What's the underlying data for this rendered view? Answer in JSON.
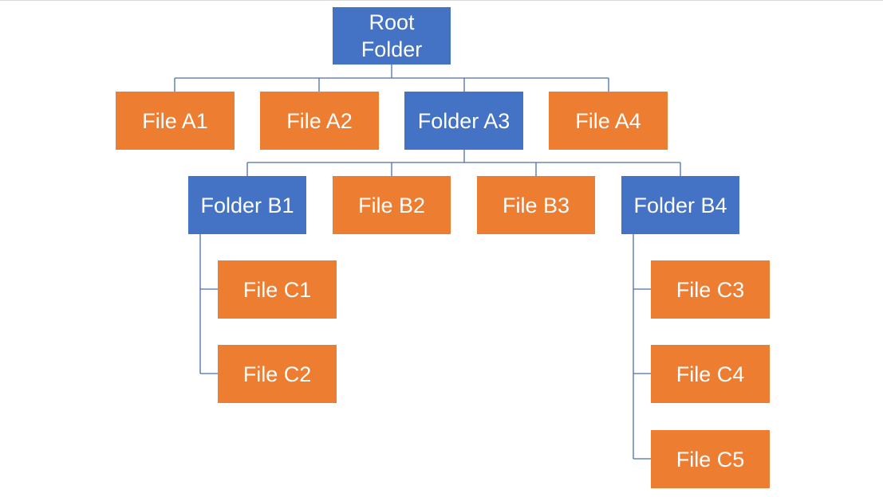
{
  "colors": {
    "folder": "#4472c4",
    "file": "#ed7d31",
    "connector": "#4a6fa8"
  },
  "tree": {
    "root": {
      "label": "Root\nFolder",
      "kind": "folder"
    },
    "level_a": [
      {
        "label": "File A1",
        "kind": "file"
      },
      {
        "label": "File A2",
        "kind": "file"
      },
      {
        "label": "Folder A3",
        "kind": "folder"
      },
      {
        "label": "File A4",
        "kind": "file"
      }
    ],
    "level_b": [
      {
        "label": "Folder B1",
        "kind": "folder"
      },
      {
        "label": "File B2",
        "kind": "file"
      },
      {
        "label": "File B3",
        "kind": "file"
      },
      {
        "label": "Folder B4",
        "kind": "folder"
      }
    ],
    "b1_children": [
      {
        "label": "File C1",
        "kind": "file"
      },
      {
        "label": "File C2",
        "kind": "file"
      }
    ],
    "b4_children": [
      {
        "label": "File C3",
        "kind": "file"
      },
      {
        "label": "File C4",
        "kind": "file"
      },
      {
        "label": "File C5",
        "kind": "file"
      }
    ]
  }
}
